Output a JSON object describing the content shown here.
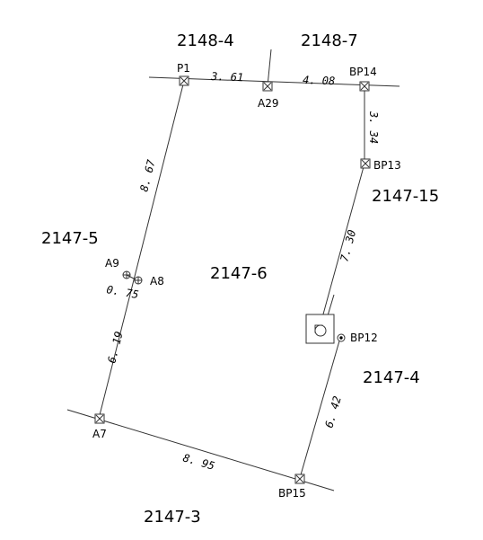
{
  "lots": {
    "lot_2148_4": "2148-4",
    "lot_2148_7": "2148-7",
    "lot_2147_5": "2147-5",
    "lot_2147_6": "2147-6",
    "lot_2147_15": "2147-15",
    "lot_2147_4": "2147-4",
    "lot_2147_3": "2147-3"
  },
  "points": {
    "P1": "P1",
    "A29": "A29",
    "BP14": "BP14",
    "BP13": "BP13",
    "BP12": "BP12",
    "BP15": "BP15",
    "A7": "A7",
    "A8": "A8",
    "A9": "A9"
  },
  "distances": {
    "P1_A29": "3. 61",
    "A29_BP14": "4. 08",
    "BP14_BP13": "3. 34",
    "BP13_BP12": "7. 30",
    "BP12_BP15": "6. 42",
    "BP15_A7": "8. 95",
    "A7_A8": "6. 19",
    "A8_A9": "0. 75",
    "A9_P1": "8. 67"
  }
}
